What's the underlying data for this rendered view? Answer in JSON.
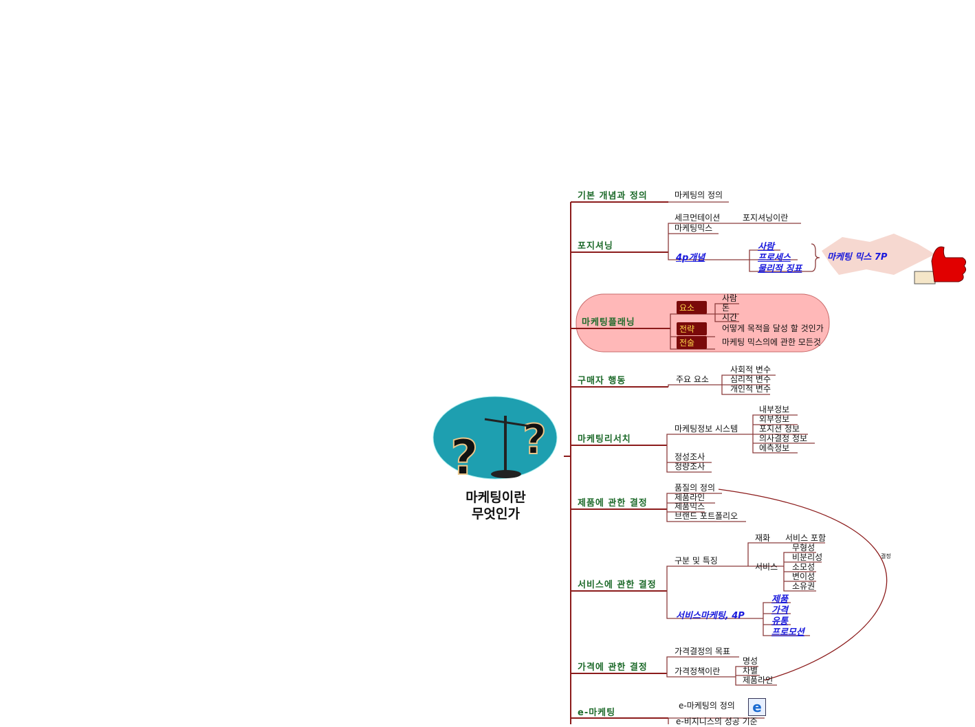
{
  "center": {
    "title_line1": "마케팅이란",
    "title_line2": "무엇인가"
  },
  "branches": {
    "b1": {
      "label": "기본 개념과 정의",
      "items": [
        "마케팅의 정의"
      ]
    },
    "b2": {
      "label": "포지셔닝",
      "items": [
        "세크먼테이션",
        "포지셔닝이란",
        "마케팅믹스",
        "4p개념"
      ],
      "links": [
        "사람",
        "프로세스",
        "물리적 징표"
      ],
      "callout": "마케팅 믹스 7P"
    },
    "b3": {
      "label": "마케팅플래닝",
      "boxes": [
        "요소",
        "전략",
        "전술"
      ],
      "items": [
        "사람",
        "돈",
        "시간",
        "어떻게 목적을 달성 할 것인가",
        "마케팅 믹스의에 관한 모든것"
      ]
    },
    "b4": {
      "label": "구매자 행동",
      "items": [
        "주요 요소",
        "사회적 변수",
        "심리적 변수",
        "개인적 변수"
      ]
    },
    "b5": {
      "label": "마케팅리서치",
      "items": [
        "마케팅정보 시스템",
        "내부정보",
        "외부정보",
        "포지션 정보",
        "의사결정 정보",
        "에측정보",
        "정성조사",
        "정량조사"
      ]
    },
    "b6": {
      "label": "제품에 관한 결정",
      "items": [
        "품질의 정의",
        "제품라인",
        "제품믹스",
        "브랜드 포트폴리오"
      ]
    },
    "b7": {
      "label": "서비스에 관한 결정",
      "items": [
        "구분 및 특징",
        "재화",
        "서비스 포함",
        "서비스",
        "무형성",
        "비분리성",
        "소모성",
        "변이성",
        "소유권"
      ],
      "link_parent": "서비스마케팅, 4P",
      "links": [
        "제품",
        "가격",
        "유통",
        "프로모션"
      ]
    },
    "b8": {
      "label": "가격에 관한 결정",
      "items": [
        "가격결정의 목표",
        "가격정책이란",
        "명성",
        "차별",
        "제품라인"
      ]
    },
    "b9": {
      "label": "e-마케팅",
      "items": [
        "e-마케팅의 정의",
        "e-비지니스의 성공 기준"
      ]
    }
  },
  "relation_label": "결정",
  "colors": {
    "line": "#8b1a1a",
    "branch_text": "#1d6a2a",
    "link": "#1a1adc",
    "cloud": "#ffb8b8"
  }
}
